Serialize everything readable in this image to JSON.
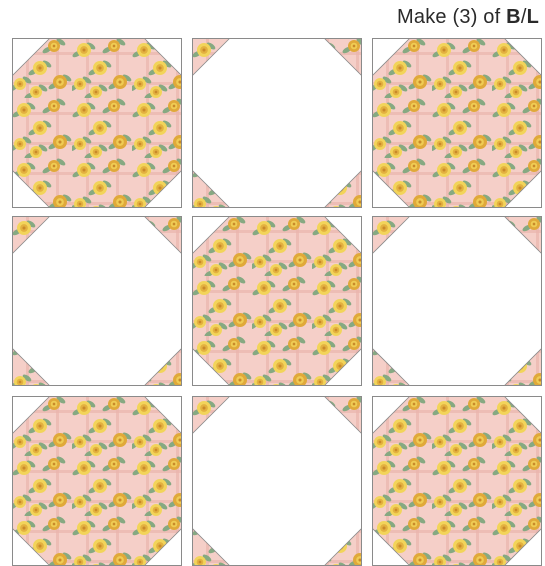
{
  "caption": {
    "prefix": "Make (3) of ",
    "code_a": "B",
    "separator": "/",
    "code_b": "L"
  },
  "colors": {
    "floral_bg": "#f5cfc8",
    "plaid_line": "#eab6ad",
    "flower_yellow": "#f2d45a",
    "flower_gold": "#e0a93a",
    "leaf_green": "#86a982",
    "outline": "#8a8a8a"
  },
  "blocks": [
    {
      "kind": "floral-center"
    },
    {
      "kind": "plain-center"
    },
    {
      "kind": "floral-center"
    },
    {
      "kind": "plain-center"
    },
    {
      "kind": "floral-center"
    },
    {
      "kind": "plain-center"
    },
    {
      "kind": "floral-center"
    },
    {
      "kind": "plain-center"
    },
    {
      "kind": "floral-center"
    }
  ]
}
